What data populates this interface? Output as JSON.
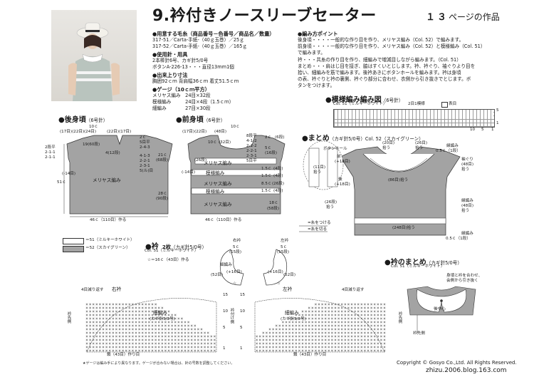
{
  "header": {
    "title": "9.衿付きノースリーブセーター",
    "page_ref_number": "１３",
    "page_ref_suffix": "ページの作品"
  },
  "materials": {
    "yarn_heading": "●用意する毛糸（商品番号－色番号／商品名／数量）",
    "yarn_lines": [
      "317-51／Carta-手紙-（40ｇ玉巻）／25ｇ",
      "317-52／Carta-手紙-（40ｇ玉巻）／165ｇ"
    ],
    "tools_heading": "●使用針・用具",
    "tools_lines": [
      "2本棒針6号、カギ針5/0号",
      "ボタンA-226-13・・・直径13mm1個"
    ],
    "size_heading": "●出来上り寸法",
    "size_lines": [
      "胸囲92ｃｍ 背肩幅36ｃｍ 着丈51.5ｃｍ"
    ],
    "gauge_heading": "●ゲージ（10ｃｍ平方）",
    "gauge_lines": [
      "メリヤス編み　24目×32段",
      "模様編み　　　24目×4段（1.5ｃｍ）",
      "細編み　　　　27目×30段"
    ]
  },
  "points": {
    "heading": "●編み方ポイント",
    "lines": [
      "後身頃・・・・一般的な作り目を作り、メリヤス編み（Col. 52）で編みます。",
      "前身頃・・・・一般的な作り目を作り、メリヤス編み（Col. 52）と模様編み（Col. 51）",
      "で編みます。",
      "衿・・・共糸の作り目を作り、細編みで増減目しながら編みます。（Col. 51）",
      "まとめ・・・肩はじ目を接ぎ、脇はすくいとじします。衿、衿ぐり、袖ぐりより目を",
      "拾い、細編みを筋で編みます。後衿あきにボタンホールを編みます。衿は身頃",
      "の表、衿ぐりと衿の裏側、衿ぐり部分に合わせ、衣側から引き抜きでとじます。ボ",
      "タンをつけます。"
    ]
  },
  "sections": {
    "back": {
      "label": "●後身頃",
      "needle": "（6号針）"
    },
    "front": {
      "label": "●前身頃",
      "needle": "（6号針）"
    },
    "pattern_chart": {
      "label": "●模様編み編み図",
      "needle": "（6号針）"
    },
    "finishing": {
      "label": "●まとめ",
      "needle": "（カギ針5/0号）Col. 52（スカイグリーン）"
    },
    "collar": {
      "label": "●衿",
      "count": "2枚",
      "needle": "（カギ針5/0号）"
    },
    "collar_finish": {
      "label": "●衿のまとめ",
      "needle": "（カギ針5/0号）"
    }
  },
  "back_labels": {
    "top_cm": "10ｃ",
    "top_sts": "(24目)",
    "top_sides": "(17目)(22目)",
    "top_sides2": "(22目)(17目)",
    "neck_top": "2ｃ",
    "neck_st": "(6段)",
    "neck_slit": "19(60段)",
    "neck4": "4(12段)",
    "armhole": "2段平",
    "arm1": "2-1-1",
    "arm2": "2-1-1",
    "arm_r1": "4-1-3",
    "arm_r2": "2-2-1",
    "arm_r3": "2-3-1",
    "arm_r4": "5(ル)目",
    "stitch": "メリヤス編み",
    "sts": "(-14目)",
    "height": "51ｃ",
    "bottom": "46ｃ（110目）作る",
    "side_right": "5目平",
    "side_r2": "2-4-3",
    "upper_right": "21ｃ",
    "upper_right_rows": "(68段)",
    "lower_right": "28ｃ",
    "lower_right_rows": "(90段)"
  },
  "front_labels": {
    "top_cm": "10ｃ",
    "top_sts": "(48目)",
    "neck_row": "(17目)(22目)",
    "neck_c": "2ｃ",
    "neck_st": "(6段)",
    "col1": "10ｃ",
    "col2": "(32目)",
    "r1": "8段平",
    "r2": "4-1-2",
    "r3": "2-1-2",
    "r4": "2-2-1",
    "r5": "2-3-1",
    "r6": "5目平",
    "right1": "2ｃ",
    "right2": "(6段)",
    "right3": "5ｃ",
    "right4": "(16段)",
    "right5": "1.5ｃ",
    "right6": "(4段)",
    "right7": "1.5ｃ",
    "right8": "(4段)",
    "right9": "8.5ｃ",
    "right10": "(26段)",
    "right11": "1.5ｃ",
    "right12": "(4段)",
    "right13": "18ｃ",
    "right14": "(58段)",
    "band1": "メリヤス編み",
    "band2": "模様編み",
    "band3": "メリヤス編み",
    "band4": "模様編み",
    "band5": "メリヤス編み",
    "rows_left": "(26段)",
    "bottom": "46ｃ（110目）作る",
    "sts": "(-14目)"
  },
  "pattern_chart_labels": {
    "row_label": "2目1模様",
    "col_a": "Col. 51（ミルキーホワイト）",
    "col_b": "表目",
    "side_nums": [
      "5",
      "1"
    ],
    "bottom_nums": [
      "10",
      "5",
      "1"
    ]
  },
  "finishing_labels": {
    "button": "ボタンホール",
    "left_small": "(26段)",
    "left_small2": "拾う",
    "neck_top": "(20目)",
    "neck_top2": "拾う",
    "neck_top3": "(26目)",
    "neck_top4": "拾う",
    "edge": "縁編み",
    "edge_cm": "0.5ｃ（1段）",
    "back_cm": "(8目)",
    "back_cm2": "拾う",
    "front": "前",
    "front2": "(+18目)",
    "left": "(11目)",
    "left2": "拾う",
    "mid1": "(86目)拾う",
    "side1": "袖ぐり",
    "side1_cm": "(48目)",
    "side1_b": "拾う",
    "side2": "(48目)",
    "side2_b": "拾う",
    "back_label": "後",
    "back_label2": "(+18目)",
    "bottom1": "(248目)拾う",
    "bottom_cm": "0.5ｃ（1段）",
    "bottom_label": "縁編み",
    "arrow1": "=糸をつける",
    "arrow2": "=糸を切る",
    "bottom_label2": "縁編み"
  },
  "legend": {
    "items": [
      {
        "label": "＝51（ミルキーホワイト）",
        "color": "#ffffff"
      },
      {
        "label": "＝52（スカイグリーン）",
        "color": "#a3a3a3"
      }
    ]
  },
  "collar_labels": {
    "col": "Col. 51（ミルキーホワイト）",
    "note": "☆＝16ｃ（43目）作る",
    "right_name": "右衿",
    "left_name": "左衿",
    "right_top": "5ｃ",
    "right_top2": "(15段)",
    "left_top": "5ｃ",
    "left_top2": "(15段)",
    "right_side": "(52目)",
    "left_side": "(52目)",
    "right_inc": "(+16目)",
    "left_inc": "(+16目)",
    "stitch": "細編み",
    "hook": "(カギ針5/0号)",
    "star": "☆",
    "chart_right_name": "右衿",
    "chart_left_name": "左衿",
    "chart_right_center": "細編み",
    "chart_right_hook": "(カギ針5/0号)",
    "chart_left_center": "細編み",
    "chart_left_hook": "(カギ針5/0号)",
    "chart_right_top": "4目減り返す",
    "chart_left_top": "4目減り返す",
    "chart_bottom_right": "鎖（43目）作り目",
    "chart_bottom_left": "鎖（43目）作り目",
    "side_right": "衿先側",
    "side_left": "衿先側",
    "row_nums": [
      "15",
      "10",
      "5",
      "1"
    ],
    "start_label": "衿付け側"
  },
  "collar_finish_labels": {
    "col": "Col. 51（ミルキーホワイト）",
    "note1": "身頃と衿を合わせ、",
    "note2": "会側から引き抜く",
    "center": "後中心",
    "side": "衿先側"
  },
  "footer": {
    "copyright": "Copyright © Gosyo Co.,Ltd. All Rights Reserved.",
    "site": "zhizu.2006.blog.163.com",
    "note": "★ゲージは編み手により異なります。ゲージが合わない場合は、針の号数を調整してください。"
  },
  "colors": {
    "green_yarn": "#a3a3a3",
    "white_yarn": "#ffffff",
    "line": "#333333"
  }
}
